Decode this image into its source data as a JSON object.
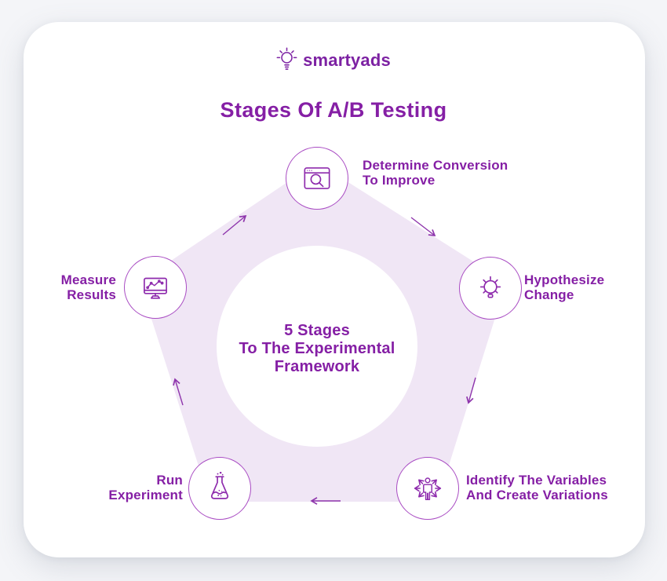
{
  "colors": {
    "purple_text": "#851FA5",
    "purple_stroke": "#9434AE",
    "circle_border": "#A94CC3",
    "pentagon_fill": "#F0E6F5",
    "card_background": "#FFFFFF"
  },
  "logo": {
    "text": "smartyads",
    "icon": "lightbulb-rays-icon"
  },
  "title": "Stages Of A/B Testing",
  "center_label": {
    "line1": "5 Stages",
    "line2": "To The Experimental",
    "line3": "Framework"
  },
  "stages": [
    {
      "name": "determine-conversion",
      "icon": "browser-search-icon",
      "label_line1": "Determine Conversion",
      "label_line2": "To Improve"
    },
    {
      "name": "hypothesize-change",
      "icon": "lightbulb-idea-icon",
      "label_line1": "Hypothesize",
      "label_line2": "Change"
    },
    {
      "name": "identify-variables",
      "icon": "person-variations-icon",
      "label_line1": "Identify The Variables",
      "label_line2": "And Create Variations"
    },
    {
      "name": "run-experiment",
      "icon": "flask-icon",
      "label_line1": "Run",
      "label_line2": "Experiment"
    },
    {
      "name": "measure-results",
      "icon": "monitor-chart-icon",
      "label_line1": "Measure",
      "label_line2": "Results"
    }
  ]
}
